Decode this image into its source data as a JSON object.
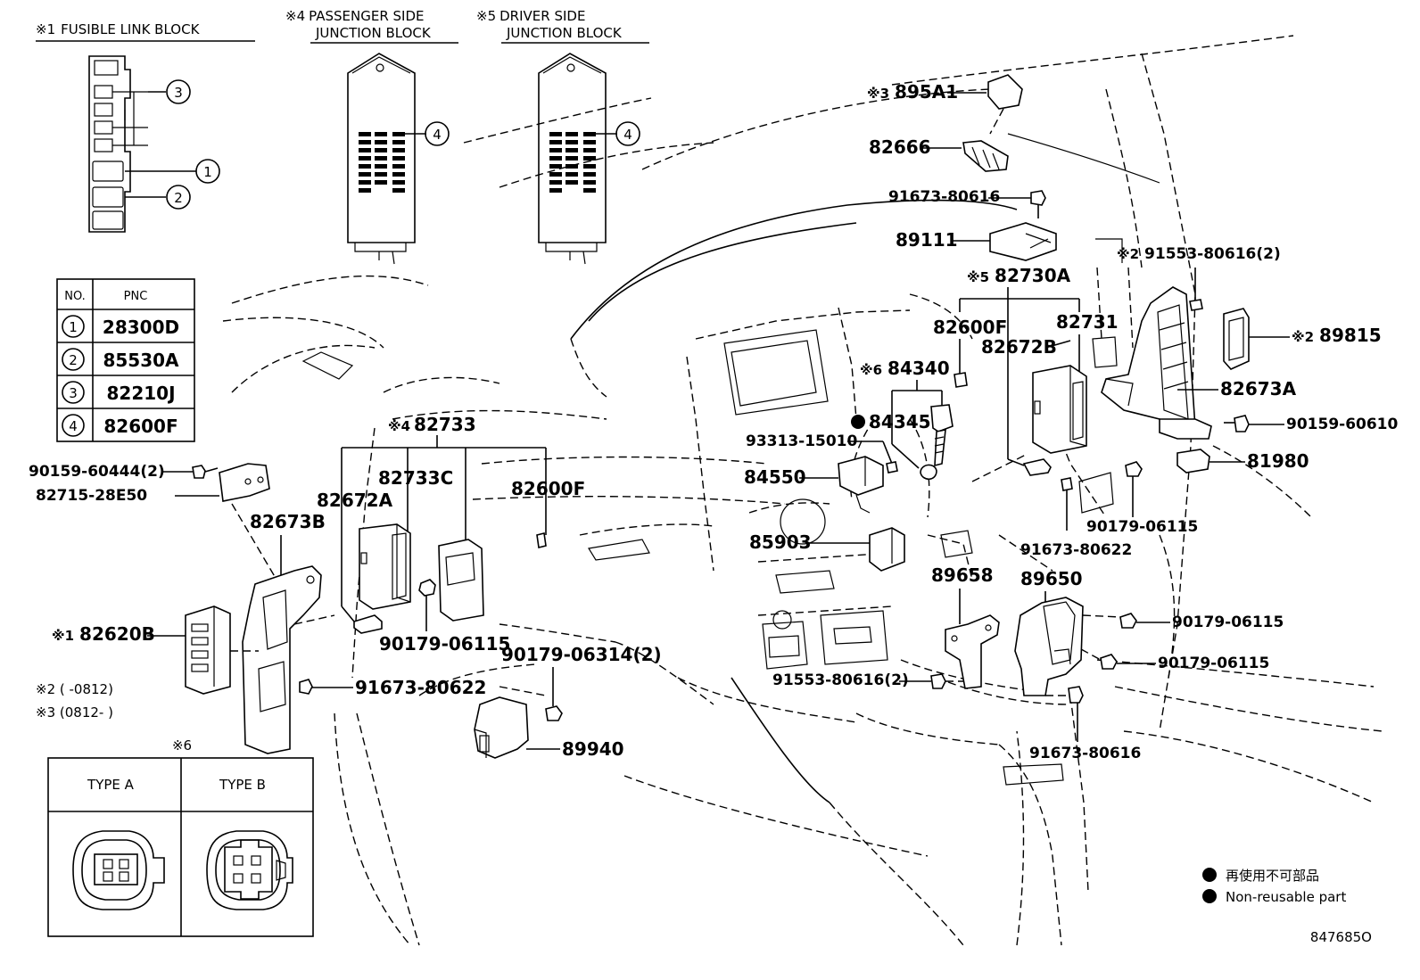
{
  "insets": {
    "fusible": {
      "mark": "※1",
      "title": "FUSIBLE LINK BLOCK"
    },
    "passenger": {
      "mark": "※4",
      "title1": "PASSENGER SIDE",
      "title2": "JUNCTION BLOCK"
    },
    "driver": {
      "mark": "※5",
      "title1": "DRIVER SIDE",
      "title2": "JUNCTION BLOCK"
    },
    "circles": {
      "c1": "1",
      "c2": "2",
      "c3": "3",
      "c4": "4"
    }
  },
  "pnc_table": {
    "header_no": "NO.",
    "header_pnc": "PNC",
    "rows": [
      {
        "no": "1",
        "pnc": "28300D"
      },
      {
        "no": "2",
        "pnc": "85530A"
      },
      {
        "no": "3",
        "pnc": "82210J"
      },
      {
        "no": "4",
        "pnc": "82600F"
      }
    ]
  },
  "type_table": {
    "mark": "※6",
    "type_a": "TYPE A",
    "type_b": "TYPE B"
  },
  "notes": {
    "n2": "※2 (      -0812)",
    "n3": "※3 (0812-      )"
  },
  "legend": {
    "jp": "再使用不可部品",
    "en": "Non-reusable part"
  },
  "figure_id": "847685O",
  "part_labels": {
    "p895A1": "895A1",
    "m895A1": "※3",
    "p82666": "82666",
    "p91673_80616_top": "91673-80616",
    "p89111": "89111",
    "p82730A": "82730A",
    "m82730A": "※5",
    "p91553_80616_2_top": "91553-80616(2)",
    "m91553": "※2",
    "p89815": "89815",
    "m89815": "※2",
    "p82600F_r": "82600F",
    "p82731": "82731",
    "p82672B": "82672B",
    "p82673A": "82673A",
    "p84340": "84340",
    "m84340": "※6",
    "p90159_60610": "90159-60610",
    "p84345": "84345",
    "p93313_15010": "93313-15010",
    "p81980": "81980",
    "p84550": "84550",
    "p90179_06115_a": "90179-06115",
    "p91673_80622_r": "91673-80622",
    "p85903": "85903",
    "p89658": "89658",
    "p89650": "89650",
    "p90179_06115_b": "90179-06115",
    "p90179_06115_c": "90179-06115",
    "p91553_80616_2_b": "91553-80616(2)",
    "p91673_80616_b": "91673-80616",
    "p82733": "82733",
    "m82733": "※4",
    "p82733C": "82733C",
    "p82672A": "82672A",
    "p82600F_l": "82600F",
    "p90159_60444": "90159-60444(2)",
    "p82715": "82715-28E50",
    "p82673B": "82673B",
    "p82620B": "82620B",
    "m82620B": "※1",
    "p90179_06115_l": "90179-06115",
    "p91673_80622_l": "91673-80622",
    "p90179_06314": "90179-06314(2)",
    "p89940": "89940"
  }
}
